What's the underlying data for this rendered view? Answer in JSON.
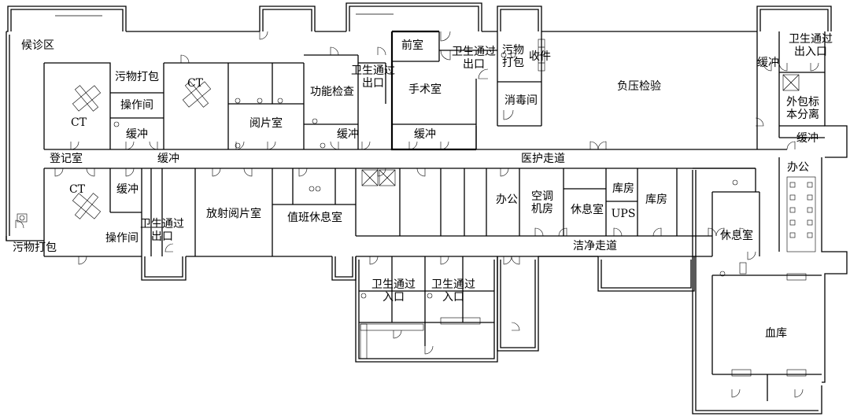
{
  "rooms": {
    "waiting_area": "候诊区",
    "ct_top": "CT",
    "ct_top_right": "CT",
    "dirty_pack_top": "污物打包",
    "operation_room_top": "操作间",
    "buffer_top_left": "缓冲",
    "registration": "登记室",
    "buffer_mid_left": "缓冲",
    "ct_bottom": "CT",
    "buffer_bottom_left": "缓冲",
    "operation_room_bottom": "操作间",
    "dirty_pack_bottom": "污物打包",
    "hygiene_exit_left": "卫生通过\n出口",
    "reading_room": "阅片室",
    "function_exam": "功能检查",
    "buffer_center": "缓冲",
    "hygiene_exit_center": "卫生通过\n出口",
    "front_room": "前室",
    "operating_room": "手术室",
    "hygiene_exit_or": "卫生通过\n出口",
    "buffer_or": "缓冲",
    "dirty_pack_right": "污物\n打包",
    "receiving": "收件",
    "disinfection": "消毒间",
    "negative_pressure_lab": "负压检验",
    "buffer_right_top": "缓冲",
    "hygiene_entry_exit_right": "卫生通过\n出入口",
    "outer_pack_separation": "外包标\n本分离",
    "buffer_right_mid": "缓冲",
    "medical_corridor": "医护走道",
    "radiology_reading": "放射阅片室",
    "duty_rest": "值班休息室",
    "office_center": "办公",
    "ac_room": "空调\n机房",
    "rest_room_center": "休息室",
    "storage_a": "库房",
    "ups": "UPS",
    "storage_b": "库房",
    "office_right": "办公",
    "rest_room_right": "休息室",
    "clean_corridor": "洁净走道",
    "hygiene_entry_a": "卫生通过\n入口",
    "hygiene_entry_b": "卫生通过\n入口",
    "blood_bank": "血库"
  }
}
